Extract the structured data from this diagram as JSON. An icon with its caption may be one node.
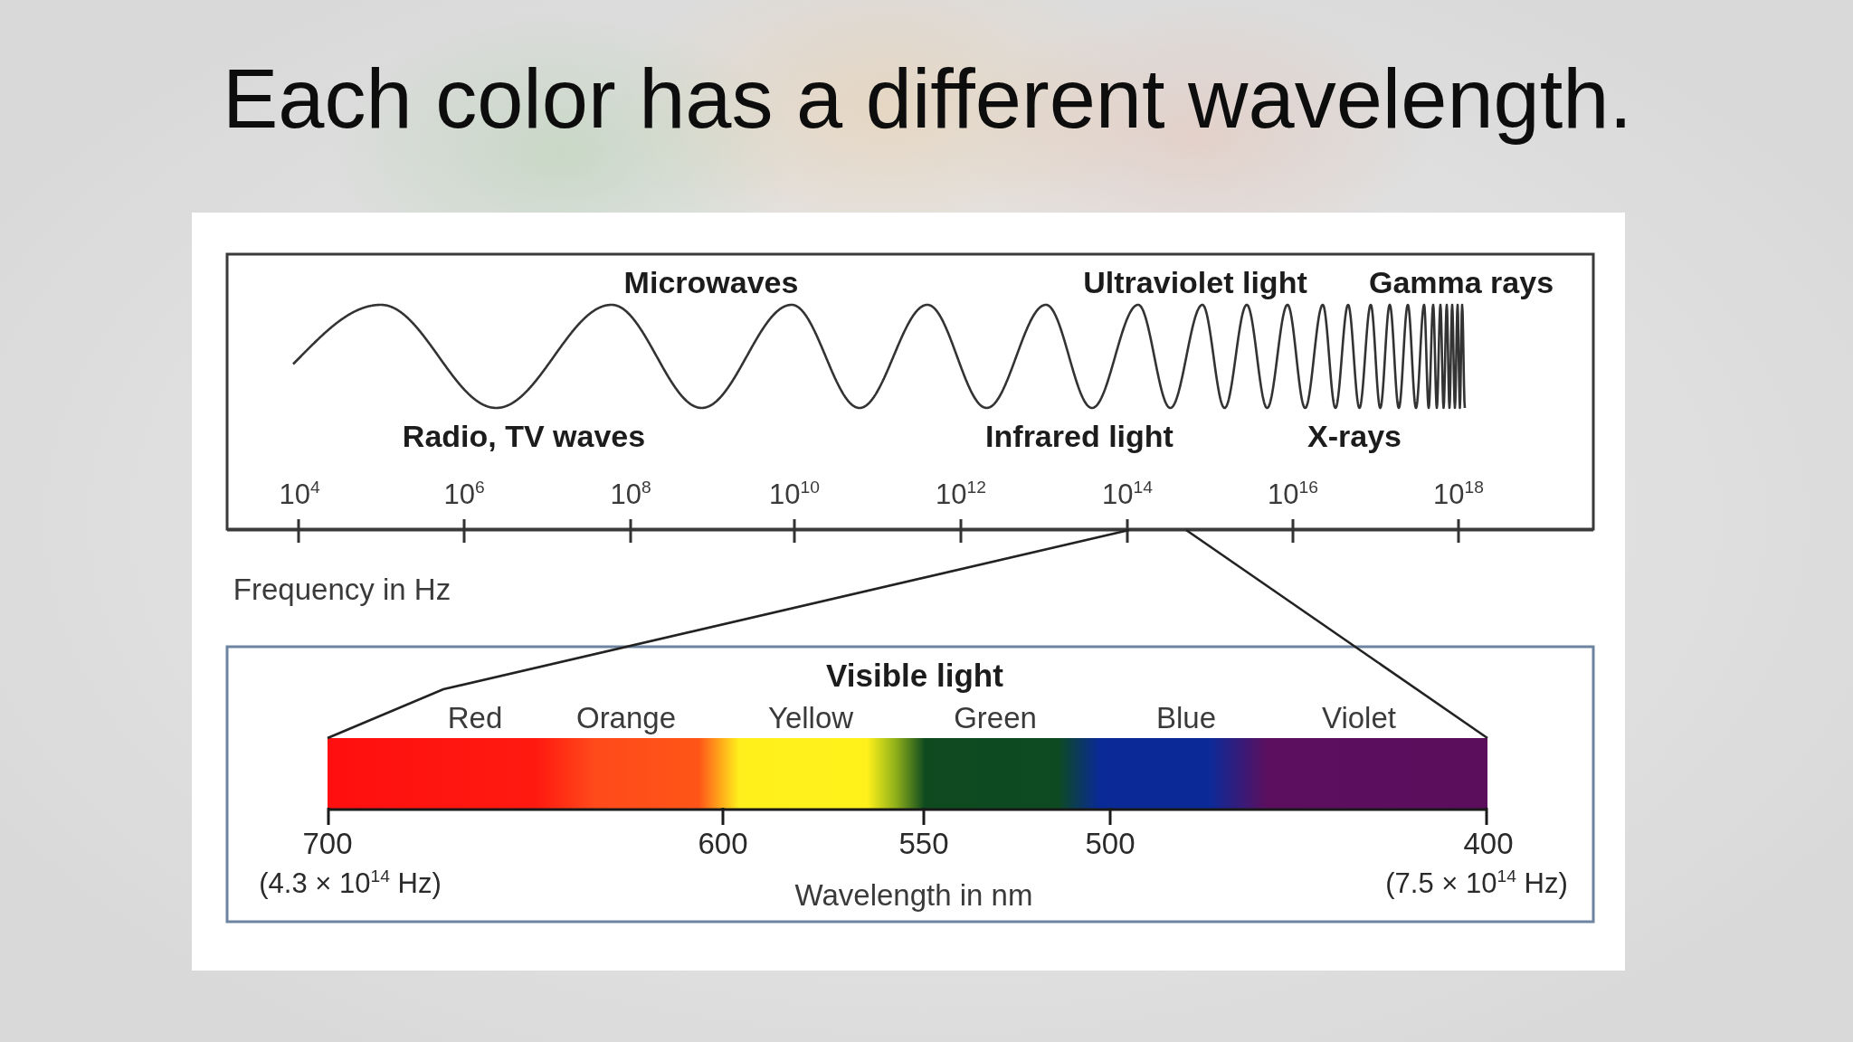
{
  "diagram": {
    "title": "Each color has a different wavelength.",
    "nodes": [
      {
        "text": [],
        "shape": "bar"
      },
      {
        "text": [],
        "shape": "bar"
      }
    ],
    "edges": [
      {
        "from": 0,
        "to": 1,
        "arrow": "none"
      },
      {
        "from": 0,
        "to": 1,
        "arrow": "none"
      }
    ],
    "labels": [
      "Microwaves",
      "Ultraviolet light",
      "Gamma rays",
      "Radio, TV waves",
      "Infrared light",
      "X-rays",
      "10$^{4}$",
      "10$^{6}$",
      "10$^{8}$",
      "10$^{10}$",
      "10$^{12}$",
      "10$^{14}$",
      "10$^{16}$",
      "10$^{18}$",
      "Frequency in Hz",
      "Visible light",
      "Red",
      "Orange",
      "Yellow",
      "Green",
      "Blue",
      "Violet",
      "700",
      "600",
      "550",
      "500",
      "400",
      "(4.3 × 10$^{14}$ Hz)",
      "Wavelength in nm",
      "(7.5 × 10$^{14}$ Hz)"
    ]
  }
}
